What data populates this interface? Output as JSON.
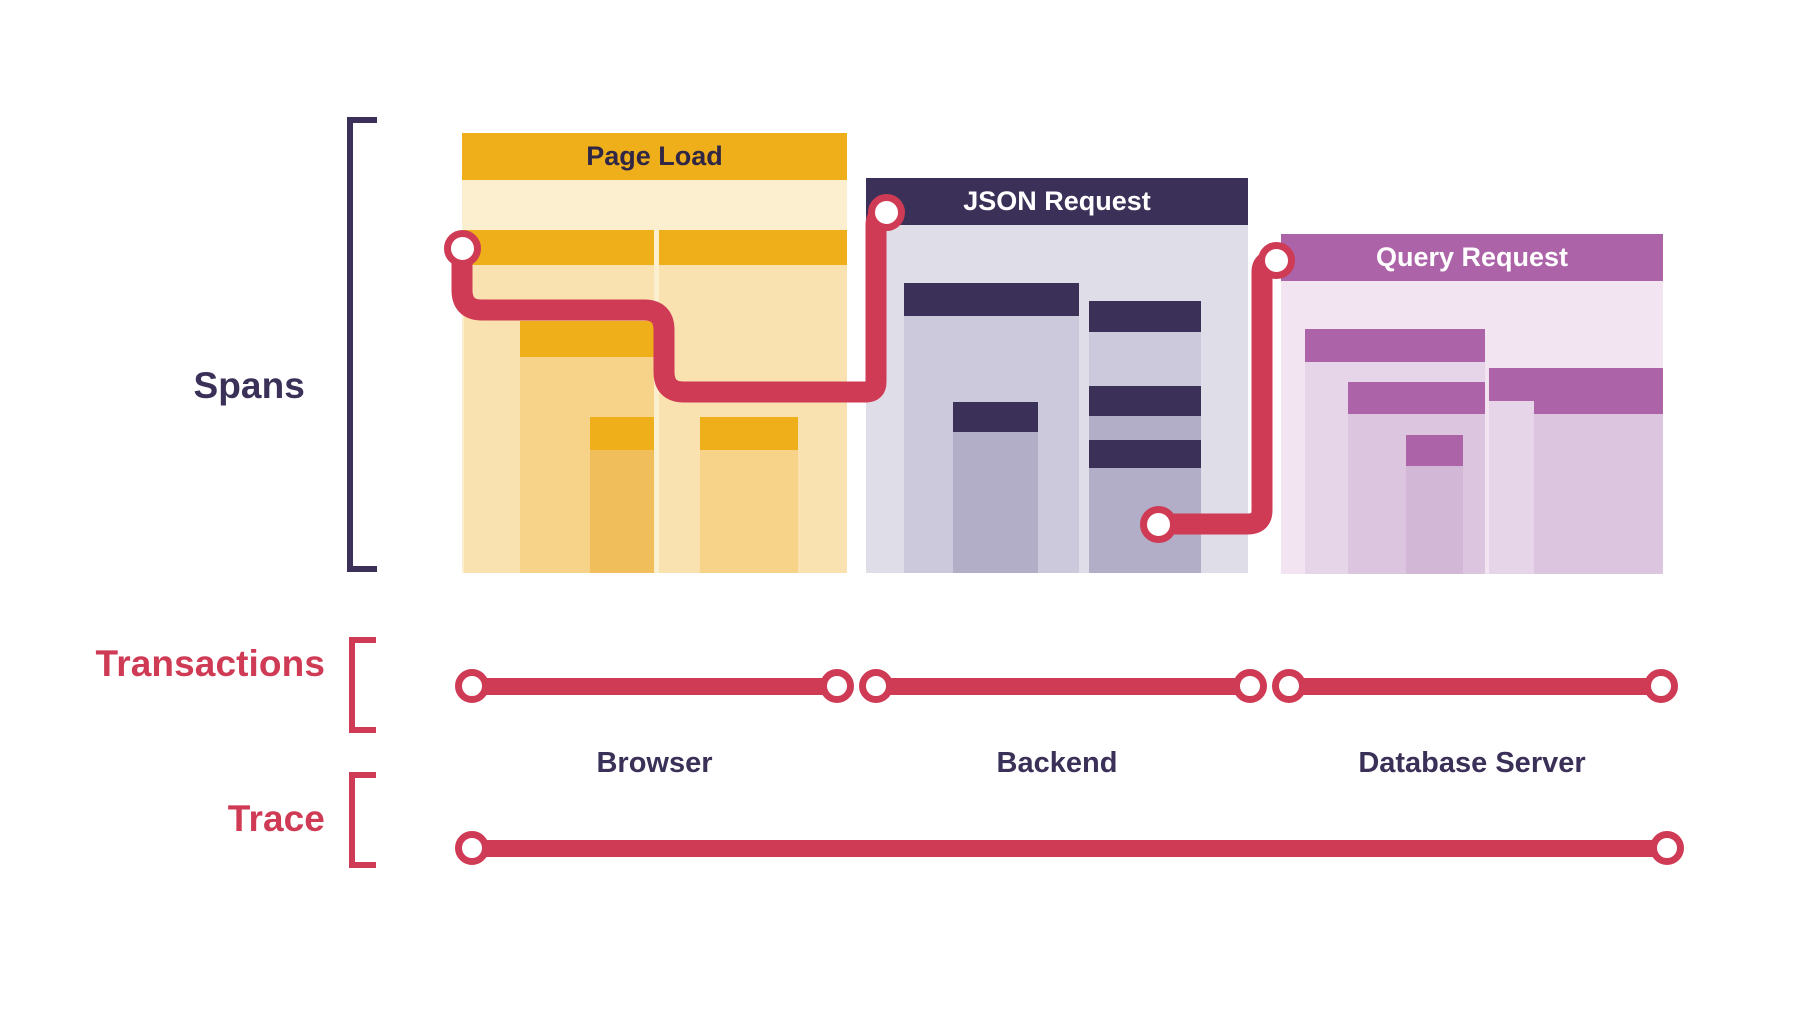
{
  "diagram": {
    "title_rows": {
      "spans": "Spans",
      "transactions": "Transactions",
      "trace": "Trace"
    },
    "colors": {
      "ink": "#3b3057",
      "accent_red": "#CF3A55",
      "browser_header": "#EFAF1B",
      "browser_bar": "#F6C343",
      "browser_body_light": "#FBEFD0",
      "browser_body_mid": "#F9E2B0",
      "browser_body_deep": "#F7D289",
      "backend_header": "#3B3057",
      "backend_bar": "#3B3057",
      "backend_body_light": "#DFDEE8",
      "backend_body_mid": "#CBC9DB",
      "backend_body_deep": "#B2AEC8",
      "db_header": "#AC63A7",
      "db_bar": "#AC63A7",
      "db_body_light": "#F2E5F1",
      "db_body_mid": "#E6D4E8",
      "db_body_deep": "#DCC6DF"
    },
    "services": [
      {
        "id": "browser",
        "header_label": "Page Load",
        "caption": "Browser",
        "spans": [
          {
            "name": "page-load-root"
          },
          {
            "name": "resource-span-a"
          },
          {
            "name": "resource-span-b"
          },
          {
            "name": "nested-span-a1"
          },
          {
            "name": "nested-span-a2"
          },
          {
            "name": "nested-span-b1"
          }
        ]
      },
      {
        "id": "backend",
        "header_label": "JSON Request",
        "caption": "Backend",
        "spans": [
          {
            "name": "json-request-root"
          },
          {
            "name": "handler-span"
          },
          {
            "name": "middleware-span"
          },
          {
            "name": "serializer-span"
          },
          {
            "name": "db-call-span"
          }
        ]
      },
      {
        "id": "database",
        "header_label": "Query Request",
        "caption": "Database Server",
        "spans": [
          {
            "name": "query-request-root"
          },
          {
            "name": "query-span-a"
          },
          {
            "name": "query-span-b"
          },
          {
            "name": "query-nested-a1"
          },
          {
            "name": "query-nested-a2"
          },
          {
            "name": "query-nested-b1"
          }
        ]
      }
    ],
    "transaction_segments": [
      {
        "name": "browser-transaction"
      },
      {
        "name": "backend-transaction"
      },
      {
        "name": "database-transaction"
      }
    ],
    "trace_segment": {
      "name": "full-trace"
    }
  }
}
